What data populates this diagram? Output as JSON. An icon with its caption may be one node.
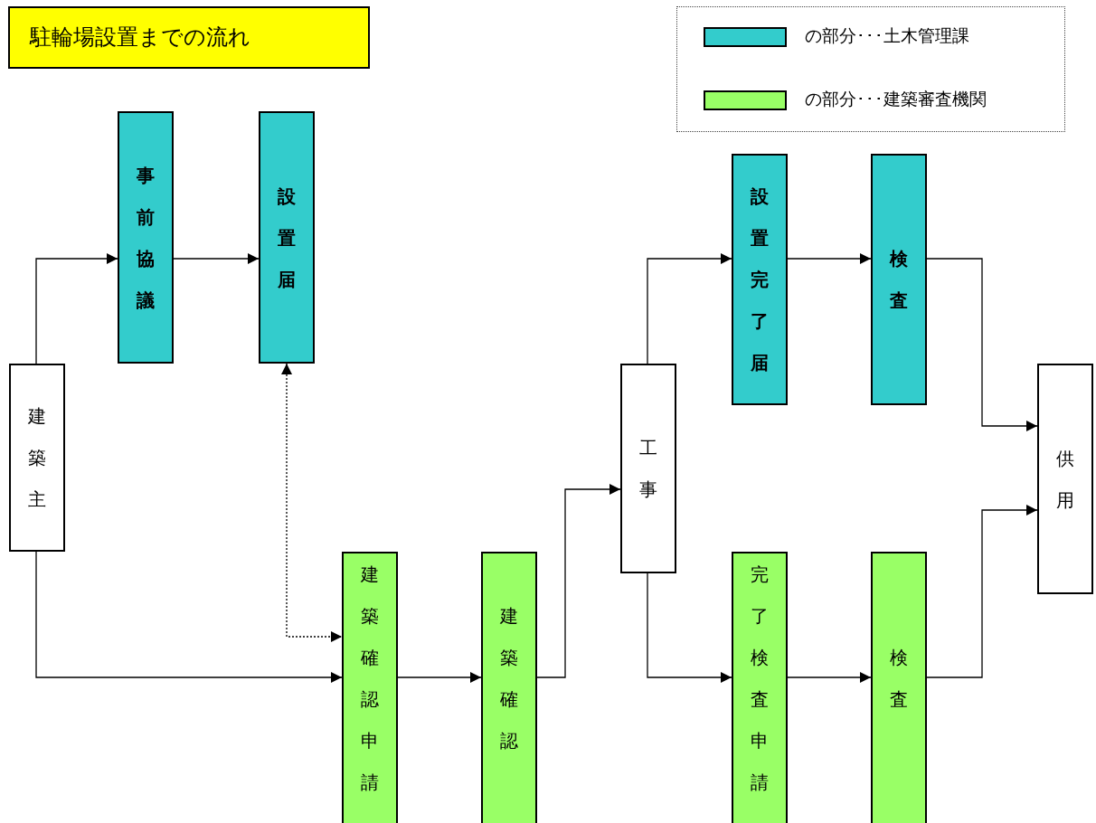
{
  "diagram": {
    "title": "駐輪場設置までの流れ",
    "nodes": [
      {
        "text": [
          "建築主"
        ]
      },
      {
        "text": [
          "事前協議"
        ]
      },
      {
        "text": [
          "設置届"
        ]
      },
      {
        "text": [
          "建築確認申請"
        ]
      },
      {
        "text": [
          "建築確認"
        ]
      },
      {
        "text": [
          "工事"
        ]
      },
      {
        "text": [
          "設置完了届"
        ]
      },
      {
        "text": [
          "検査"
        ]
      },
      {
        "text": [
          "完了検査申請"
        ]
      },
      {
        "text": [
          "検査"
        ]
      },
      {
        "text": [
          "供用"
        ]
      }
    ],
    "edges": [
      {
        "from": 0,
        "to": 1,
        "arrow": "to"
      },
      {
        "from": 1,
        "to": 2,
        "arrow": "to"
      },
      {
        "from": 0,
        "to": 3,
        "arrow": "to"
      },
      {
        "from": 2,
        "to": 3,
        "arrow": "both",
        "style": "dashed"
      },
      {
        "from": 3,
        "to": 4,
        "arrow": "to"
      },
      {
        "from": 4,
        "to": 5,
        "arrow": "to"
      },
      {
        "from": 5,
        "to": 6,
        "arrow": "to"
      },
      {
        "from": 5,
        "to": 8,
        "arrow": "to"
      },
      {
        "from": 6,
        "to": 7,
        "arrow": "to"
      },
      {
        "from": 8,
        "to": 9,
        "arrow": "to"
      },
      {
        "from": 7,
        "to": 10,
        "arrow": "to"
      },
      {
        "from": 9,
        "to": 10,
        "arrow": "to"
      }
    ],
    "legend": [
      {
        "text": "の部分･･･土木管理課",
        "color": "#33cccc"
      },
      {
        "text": "の部分･･･建築審査機関",
        "color": "#99ff66"
      }
    ]
  }
}
